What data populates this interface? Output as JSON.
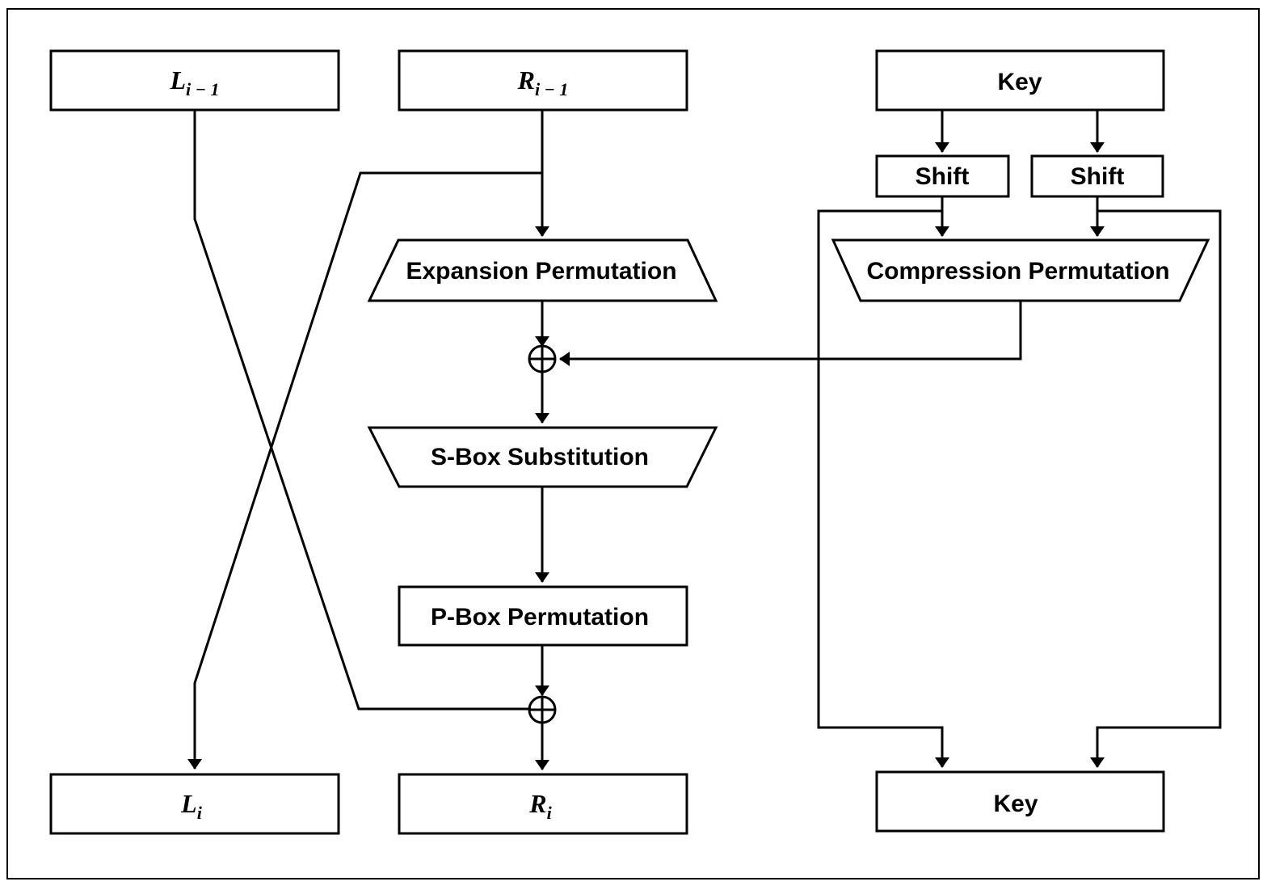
{
  "diagram": {
    "left_in": {
      "main": "L",
      "sub": "i − 1"
    },
    "right_in": {
      "main": "R",
      "sub": "i − 1"
    },
    "key_in": "Key",
    "shift_left": "Shift",
    "shift_right": "Shift",
    "expansion": "Expansion Permutation",
    "compression": "Compression Permutation",
    "sbox": "S-Box Substitution",
    "pbox": "P-Box Permutation",
    "left_out": {
      "main": "L",
      "sub": "i"
    },
    "right_out": {
      "main": "R",
      "sub": "i"
    },
    "key_out": "Key"
  }
}
